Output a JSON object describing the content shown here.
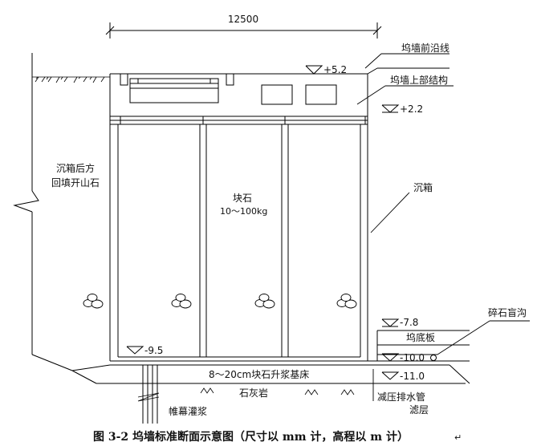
{
  "dimension": "12500",
  "labels": {
    "quay_front_line": "坞墙前沿线",
    "quay_upper_structure": "坞墙上部结构",
    "backfill_line1": "沉箱后方",
    "backfill_line2": "回填开山石",
    "block_stone": "块石",
    "block_weight": "10～100kg",
    "caisson": "沉箱",
    "gravel_blind_ditch": "碎石盲沟",
    "dock_floor": "坞底板",
    "grout_bed": "8～20cm块石升浆基床",
    "limestone": "石灰岩",
    "curtain_grouting": "帷幕灌浆",
    "pressure_drain_pipe": "减压排水管",
    "filter_layer": "滤层"
  },
  "elevations": {
    "top": "+5.2",
    "upper": "+2.2",
    "dock_floor": "-7.8",
    "inner_bottom": "-9.5",
    "drain": "-10.0",
    "base": "-11.0"
  },
  "caption": "图 3-2  坞墙标准断面示意图（尺寸以 mm 计，高程以 m 计）",
  "caption_mark": "↵"
}
